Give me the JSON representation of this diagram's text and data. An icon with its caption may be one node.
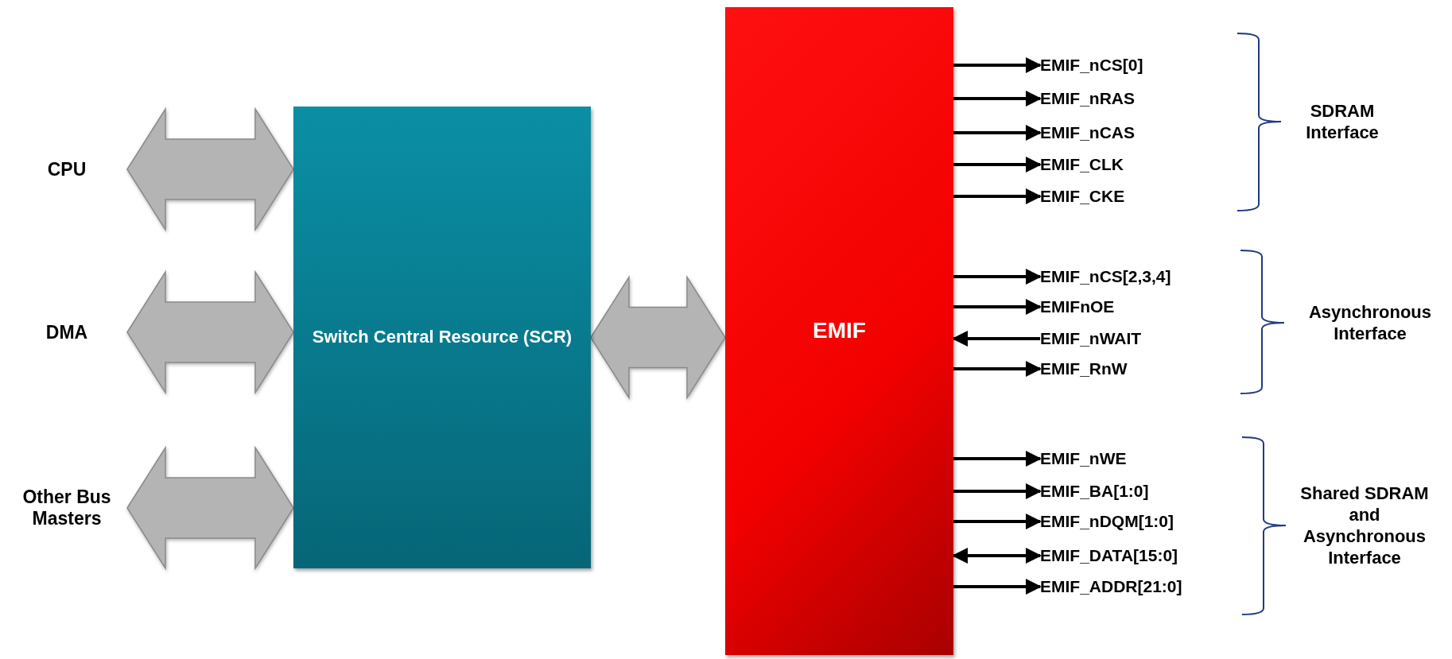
{
  "diagram": {
    "nodes": [
      {
        "text": [
          "CPU"
        ]
      },
      {
        "text": [
          "DMA"
        ]
      },
      {
        "text": [
          "Other Bus Masters"
        ]
      },
      {
        "text": [
          "Switch Central Resource (SCR)"
        ]
      },
      {
        "text": [
          "EMIF"
        ]
      },
      {
        "text": [
          "EMIF_nCS[0]"
        ]
      },
      {
        "text": [
          "EMIF_nRAS"
        ]
      },
      {
        "text": [
          "EMIF_nCAS"
        ]
      },
      {
        "text": [
          "EMIF_CLK"
        ]
      },
      {
        "text": [
          "EMIF_CKE"
        ]
      },
      {
        "text": [
          "EMIF_nCS[2,3,4]"
        ]
      },
      {
        "text": [
          "EMIFnOE"
        ]
      },
      {
        "text": [
          "EMIF_nWAIT"
        ]
      },
      {
        "text": [
          "EMIF_RnW"
        ]
      },
      {
        "text": [
          "EMIF_nWE"
        ]
      },
      {
        "text": [
          "EMIF_BA[1:0]"
        ]
      },
      {
        "text": [
          "EMIF_nDQM[1:0]"
        ]
      },
      {
        "text": [
          "EMIF_DATA[15:0]"
        ]
      },
      {
        "text": [
          "EMIF_ADDR[21:0]"
        ]
      }
    ],
    "edges": [
      {
        "from": 0,
        "to": 3,
        "arrow": "both",
        "style": "thick",
        "color": "#b4b4b4"
      },
      {
        "from": 1,
        "to": 3,
        "arrow": "both",
        "style": "thick",
        "color": "#b4b4b4"
      },
      {
        "from": 2,
        "to": 3,
        "arrow": "both",
        "style": "thick",
        "color": "#b4b4b4"
      },
      {
        "from": 3,
        "to": 4,
        "arrow": "both",
        "style": "thick",
        "color": "#b4b4b4"
      },
      {
        "from": 4,
        "to": 5,
        "arrow": "to"
      },
      {
        "from": 4,
        "to": 6,
        "arrow": "to"
      },
      {
        "from": 4,
        "to": 7,
        "arrow": "to"
      },
      {
        "from": 4,
        "to": 8,
        "arrow": "to"
      },
      {
        "from": 4,
        "to": 9,
        "arrow": "to"
      },
      {
        "from": 4,
        "to": 10,
        "arrow": "to"
      },
      {
        "from": 4,
        "to": 11,
        "arrow": "to"
      },
      {
        "from": 12,
        "to": 4,
        "arrow": "to"
      },
      {
        "from": 4,
        "to": 13,
        "arrow": "to"
      },
      {
        "from": 4,
        "to": 14,
        "arrow": "to"
      },
      {
        "from": 4,
        "to": 15,
        "arrow": "to"
      },
      {
        "from": 4,
        "to": 16,
        "arrow": "to"
      },
      {
        "from": 4,
        "to": 17,
        "arrow": "both"
      },
      {
        "from": 4,
        "to": 18,
        "arrow": "to"
      }
    ],
    "labels": [
      "SDRAM Interface",
      "Asynchronous Interface",
      "Shared SDRAM and Asynchronous Interface"
    ]
  }
}
